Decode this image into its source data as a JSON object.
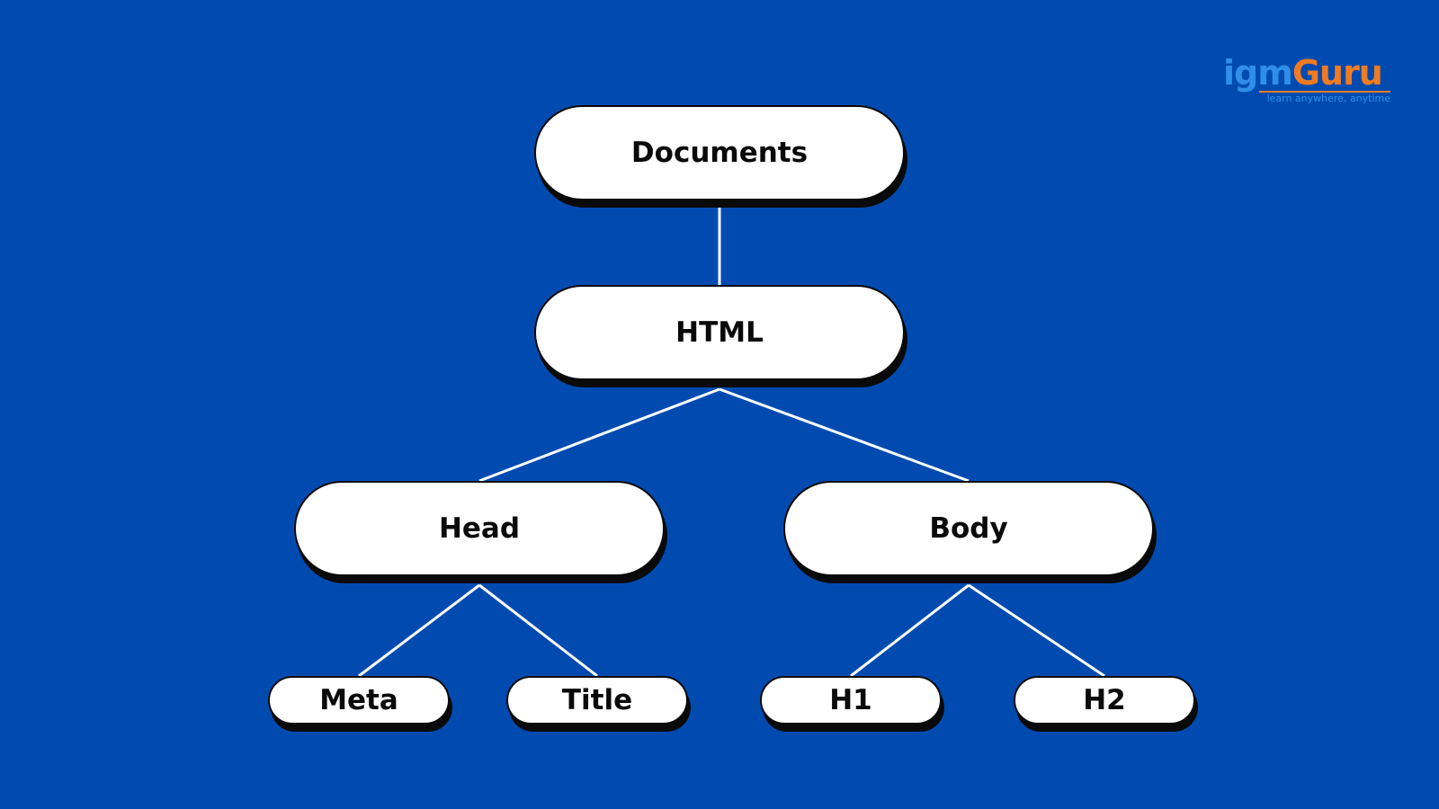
{
  "diagram": {
    "nodes": {
      "documents": "Documents",
      "html": "HTML",
      "head": "Head",
      "body": "Body",
      "meta": "Meta",
      "title": "Title",
      "h1": "H1",
      "h2": "H2"
    },
    "edges": [
      [
        "documents",
        "html"
      ],
      [
        "html",
        "head"
      ],
      [
        "html",
        "body"
      ],
      [
        "head",
        "meta"
      ],
      [
        "head",
        "title"
      ],
      [
        "body",
        "h1"
      ],
      [
        "body",
        "h2"
      ]
    ]
  },
  "logo": {
    "part1": "igm",
    "part2": "Guru",
    "tagline": "learn anywhere, anytime",
    "color_primary": "#2f8fe8",
    "color_accent": "#f07b22"
  },
  "colors": {
    "background": "#014bb0",
    "node_fill": "#ffffff",
    "node_text": "#0a0a0a",
    "connector": "#ffffff"
  }
}
